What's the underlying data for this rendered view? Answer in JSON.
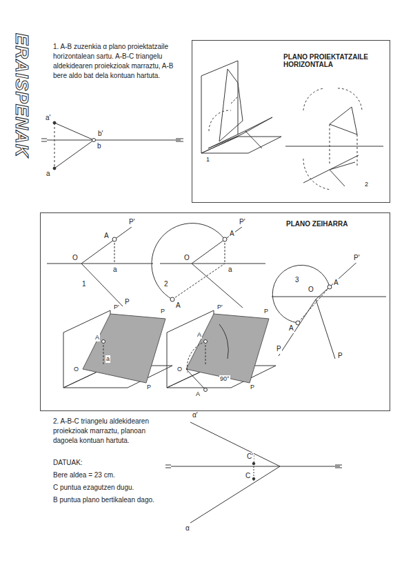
{
  "diagram": {
    "nodes": [
      {
        "text": [
          "PLANO PROIEKTATZAILE HORIZONTALA"
        ]
      },
      {
        "text": [
          "PLANO ZEIHARRA"
        ]
      }
    ],
    "labels": [
      "ERAISPENAK",
      "1. A-B zuzenkia α plano proiektatzaile horizontalean sartu. A-B-C triangelu aldekidearen proiekzioak marraztu, A-B bere aldo bat dela kontuan hartuta.",
      "a'",
      "b'",
      "b",
      "a",
      "1",
      "2",
      "1",
      "P'",
      "A",
      "O",
      "a",
      "P",
      "2",
      "P'",
      "A",
      "O",
      "a",
      "A",
      "3",
      "P'",
      "A",
      "O",
      "A",
      "P",
      "P",
      "P'",
      "P",
      "A",
      "O",
      "a",
      "P",
      "P'",
      "P",
      "A",
      "O",
      "A",
      "90°",
      "P",
      "2. A-B-C triangelu aldekidearen proiekzioak marraztu, planoan dagoela kontuan hartuta.",
      "DATUAK:",
      "Bere aldea = 23 cm.",
      "C puntua ezagutzen dugu.",
      "B puntua plano bertikalean dago.",
      "α'",
      "C'",
      "C",
      "α"
    ]
  }
}
